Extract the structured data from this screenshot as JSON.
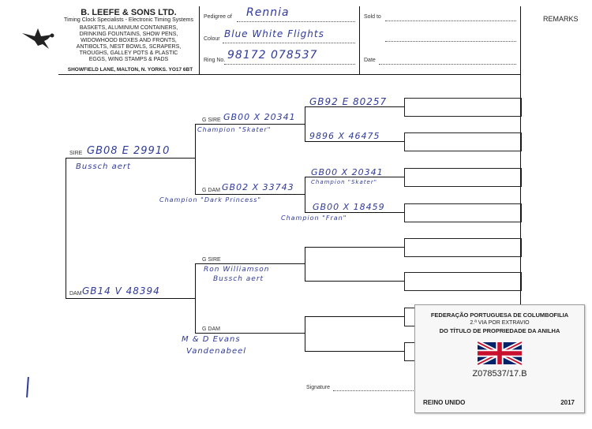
{
  "company": {
    "name": "B. LEEFE & SONS LTD.",
    "tagline": "Timing Clock Specialists - Electronic Timing Systems",
    "products": [
      "BASKETS, ALUMINIUM CONTAINERS,",
      "DRINKING FOUNTAINS, SHOW PENS,",
      "WIDOWHOOD BOXES AND FRONTS,",
      "ANTIBOLTS, NEST BOWLS, SCRAPERS,",
      "TROUGHS, GALLEY POTS & PLASTIC",
      "EGGS, WING STAMPS & PADS"
    ],
    "address": "SHOWFIELD LANE, MALTON, N. YORKS. YO17 6BT"
  },
  "header": {
    "pedigree_label": "Pedigree of",
    "pedigree_value": "Rennia",
    "colour_label": "Colour",
    "colour_value": "Blue White Flights",
    "ring_label": "Ring No.",
    "ring_value": "98172 078537",
    "sold_label": "Sold to",
    "date_label": "Date",
    "remarks_label": "REMARKS"
  },
  "pedigree": {
    "sire_label": "SIRE",
    "sire_ring": "GB08 E 29910",
    "sire_name": "Bussch aert",
    "gsire1_label": "G SIRE",
    "gsire1_ring": "GB00 X 20341",
    "gsire1_name": "Champion \"Skater\"",
    "ggs1_ring": "GB92 E 80257",
    "ggd1_ring": "9896 X 46475",
    "gdam1_label": "G DAM",
    "gdam1_ring": "GB02 X 33743",
    "gdam1_name": "Champion \"Dark Princess\"",
    "ggs2_ring": "GB00 X 20341",
    "ggs2_name": "Champion \"Skater\"",
    "ggd2_ring": "GB00 X 18459",
    "ggd2_name": "Champion \"Fran\"",
    "dam_label": "DAM",
    "dam_ring": "GB14 V 48394",
    "gsire2_label": "G SIRE",
    "gsire2_name1": "Ron Williamson",
    "gsire2_name2": "Bussch aert",
    "gdam2_label": "G DAM",
    "gdam2_name1": "M & D Evans",
    "gdam2_name2": "Vandenabeel",
    "signature_label": "Signature"
  },
  "stamp": {
    "line1": "FEDERAÇÃO PORTUGUESA DE COLUMBOFILIA",
    "line2": "2.ª VIA POR EXTRAVIO",
    "line3": "DO TÍTULO DE PROPRIEDADE DA ANILHA",
    "code": "Z078537/17.B",
    "country": "REINO UNIDO",
    "year": "2017"
  },
  "colors": {
    "ink": "#2f3a9a",
    "line": "#111111"
  }
}
